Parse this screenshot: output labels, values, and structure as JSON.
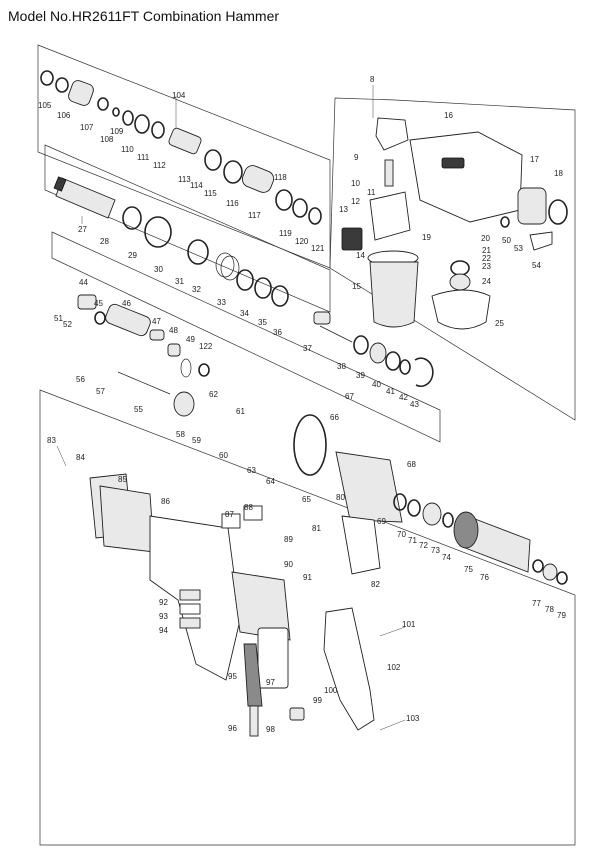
{
  "title": "Model No.HR2611FT Combination Hammer",
  "callouts": [
    {
      "id": "1",
      "text": "104"
    },
    {
      "id": "2",
      "text": "105"
    },
    {
      "id": "3",
      "text": "106"
    },
    {
      "id": "4",
      "text": "107"
    },
    {
      "id": "5",
      "text": "108"
    },
    {
      "id": "6",
      "text": "109"
    },
    {
      "id": "7",
      "text": "110"
    },
    {
      "id": "8",
      "text": "111"
    },
    {
      "id": "9",
      "text": "112"
    },
    {
      "id": "10",
      "text": "113"
    },
    {
      "id": "11",
      "text": "114"
    },
    {
      "id": "12",
      "text": "115"
    },
    {
      "id": "13",
      "text": "116"
    },
    {
      "id": "14",
      "text": "117"
    },
    {
      "id": "15",
      "text": "118"
    },
    {
      "id": "16",
      "text": "119"
    },
    {
      "id": "17",
      "text": "120"
    },
    {
      "id": "18",
      "text": "121"
    },
    {
      "id": "19",
      "text": "8"
    },
    {
      "id": "20",
      "text": "9"
    },
    {
      "id": "21",
      "text": "10"
    },
    {
      "id": "22",
      "text": "11"
    },
    {
      "id": "23",
      "text": "12"
    },
    {
      "id": "24",
      "text": "13"
    },
    {
      "id": "25",
      "text": "14"
    },
    {
      "id": "26",
      "text": "15"
    },
    {
      "id": "27",
      "text": "16"
    },
    {
      "id": "28",
      "text": "17"
    },
    {
      "id": "29",
      "text": "18"
    },
    {
      "id": "30",
      "text": "19"
    },
    {
      "id": "31",
      "text": "20"
    },
    {
      "id": "32",
      "text": "21"
    },
    {
      "id": "33",
      "text": "22"
    },
    {
      "id": "34",
      "text": "23"
    },
    {
      "id": "35",
      "text": "24"
    },
    {
      "id": "36",
      "text": "25"
    },
    {
      "id": "37",
      "text": "50"
    },
    {
      "id": "38",
      "text": "53"
    },
    {
      "id": "39",
      "text": "54"
    },
    {
      "id": "40",
      "text": "27"
    },
    {
      "id": "41",
      "text": "28"
    },
    {
      "id": "42",
      "text": "29"
    },
    {
      "id": "43",
      "text": "30"
    },
    {
      "id": "44",
      "text": "31"
    },
    {
      "id": "45",
      "text": "32"
    },
    {
      "id": "46",
      "text": "33"
    },
    {
      "id": "47",
      "text": "34"
    },
    {
      "id": "48",
      "text": "35"
    },
    {
      "id": "49",
      "text": "36"
    },
    {
      "id": "50",
      "text": "37"
    },
    {
      "id": "51",
      "text": "38"
    },
    {
      "id": "52",
      "text": "39"
    },
    {
      "id": "53",
      "text": "40"
    },
    {
      "id": "54",
      "text": "41"
    },
    {
      "id": "55",
      "text": "42"
    },
    {
      "id": "56",
      "text": "43"
    },
    {
      "id": "57",
      "text": "44"
    },
    {
      "id": "58",
      "text": "45"
    },
    {
      "id": "59",
      "text": "46"
    },
    {
      "id": "60",
      "text": "47"
    },
    {
      "id": "61",
      "text": "48"
    },
    {
      "id": "62",
      "text": "49"
    },
    {
      "id": "63",
      "text": "122"
    },
    {
      "id": "64",
      "text": "51"
    },
    {
      "id": "65",
      "text": "52"
    },
    {
      "id": "66",
      "text": "56"
    },
    {
      "id": "67",
      "text": "57"
    },
    {
      "id": "68",
      "text": "55"
    },
    {
      "id": "69",
      "text": "58"
    },
    {
      "id": "70",
      "text": "59"
    },
    {
      "id": "71",
      "text": "62"
    },
    {
      "id": "72",
      "text": "61"
    },
    {
      "id": "73",
      "text": "60"
    },
    {
      "id": "74",
      "text": "63"
    },
    {
      "id": "75",
      "text": "64"
    },
    {
      "id": "76",
      "text": "65"
    },
    {
      "id": "77",
      "text": "66"
    },
    {
      "id": "78",
      "text": "67"
    },
    {
      "id": "79",
      "text": "68"
    },
    {
      "id": "80",
      "text": "69"
    },
    {
      "id": "81",
      "text": "80"
    },
    {
      "id": "82",
      "text": "81"
    },
    {
      "id": "83",
      "text": "82"
    },
    {
      "id": "84",
      "text": "70"
    },
    {
      "id": "85",
      "text": "71"
    },
    {
      "id": "86",
      "text": "72"
    },
    {
      "id": "87",
      "text": "73"
    },
    {
      "id": "88",
      "text": "74"
    },
    {
      "id": "89",
      "text": "75"
    },
    {
      "id": "90",
      "text": "76"
    },
    {
      "id": "91",
      "text": "77"
    },
    {
      "id": "92",
      "text": "78"
    },
    {
      "id": "93",
      "text": "79"
    },
    {
      "id": "94",
      "text": "83"
    },
    {
      "id": "95",
      "text": "84"
    },
    {
      "id": "96",
      "text": "85"
    },
    {
      "id": "97",
      "text": "86"
    },
    {
      "id": "98",
      "text": "87"
    },
    {
      "id": "99",
      "text": "88"
    },
    {
      "id": "100",
      "text": "89"
    },
    {
      "id": "101",
      "text": "90"
    },
    {
      "id": "102",
      "text": "91"
    },
    {
      "id": "103",
      "text": "92"
    },
    {
      "id": "104",
      "text": "93"
    },
    {
      "id": "105",
      "text": "94"
    },
    {
      "id": "106",
      "text": "95"
    },
    {
      "id": "107",
      "text": "96"
    },
    {
      "id": "108",
      "text": "97"
    },
    {
      "id": "109",
      "text": "98"
    },
    {
      "id": "110",
      "text": "99"
    },
    {
      "id": "111",
      "text": "100"
    },
    {
      "id": "112",
      "text": "101"
    },
    {
      "id": "113",
      "text": "102"
    },
    {
      "id": "114",
      "text": "103"
    }
  ]
}
